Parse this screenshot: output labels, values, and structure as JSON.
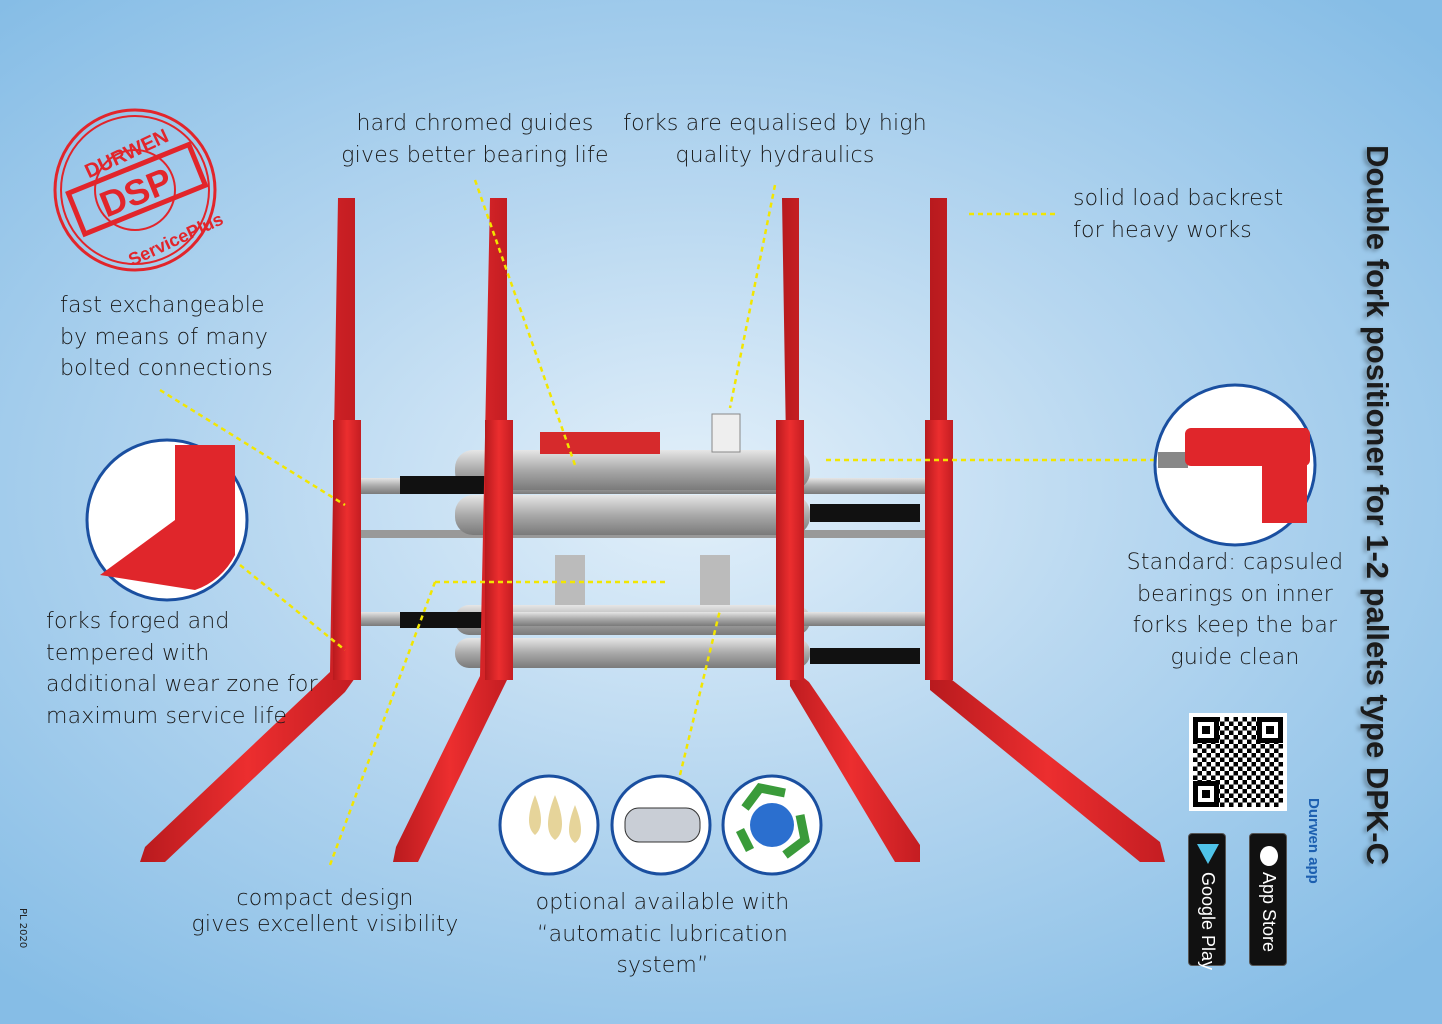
{
  "title": "Double fork positioner for 1-2 pallets type DPK-C",
  "logo": {
    "top": "DURWEN",
    "center": "DSP",
    "bottom": "ServicePlus"
  },
  "callouts": {
    "guides": [
      "hard chromed guides",
      "gives better bearing life"
    ],
    "hydraulics": [
      "forks are equalised by high",
      "quality hydraulics"
    ],
    "backrest": [
      "solid load backrest",
      "for heavy works"
    ],
    "exchangeable": [
      "fast exchangeable",
      "by means of many",
      "bolted connections"
    ],
    "forged": [
      "forks forged and",
      "tempered with",
      "additional wear zone for",
      "maximum service life"
    ],
    "bearings": [
      "Standard: capsuled",
      "bearings on inner",
      "forks keep the bar",
      "guide clean"
    ],
    "compact": [
      "compact design",
      "gives excellent visibility"
    ],
    "lubrication": [
      "optional available with",
      "“automatic lubrication system”"
    ]
  },
  "app": {
    "label": "Durwen app",
    "google": "Google Play",
    "apple": "App Store"
  },
  "footer": "PL 2020",
  "colors": {
    "fork": "#e0262b",
    "arrow": "#f2e600",
    "accent": "#1c5fb0"
  }
}
